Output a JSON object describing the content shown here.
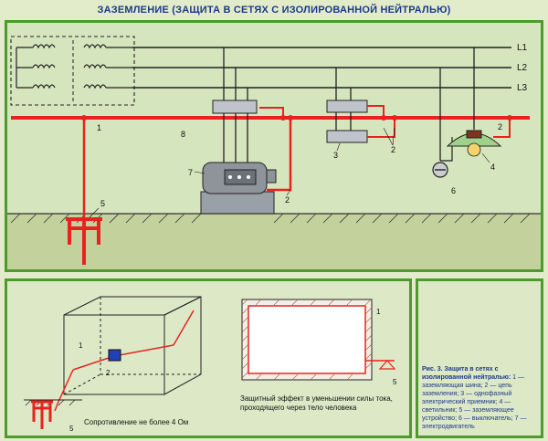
{
  "title": "ЗАЗЕМЛЕНИЕ (ЗАЩИТА В СЕТЯХ С ИЗОЛИРОВАННОЙ НЕЙТРАЛЬЮ)",
  "lines": {
    "l1": "L1",
    "l2": "L2",
    "l3": "L3"
  },
  "callouts": {
    "n1": "1",
    "n2a": "2",
    "n2b": "2",
    "n2c": "2",
    "n3": "3",
    "n4": "4",
    "n5": "5",
    "n6": "6",
    "n7": "7",
    "n8": "8",
    "b1": "1",
    "b2": "2",
    "b5": "5",
    "r1": "1",
    "r5": "5"
  },
  "resistance_note": "Сопротивление не более 4 Ом",
  "protective_note": "Защитный эффект в уменьшении силы тока, проходящего через тело человека",
  "caption": {
    "heading": "Рис. 3. Защита в сетях с изолированной нейтралью:",
    "body": "1 — заземляющая шина; 2 — цепь заземления; 3 — однофазный электрический приемник; 4 — светильник; 5 — заземляющее устройство; 6 — выключатель; 7 — электродвигатель"
  },
  "colors": {
    "bus": "#e8231f",
    "wire": "#222222",
    "accent": "#1d3a8a",
    "frame": "#4e9a2f"
  }
}
